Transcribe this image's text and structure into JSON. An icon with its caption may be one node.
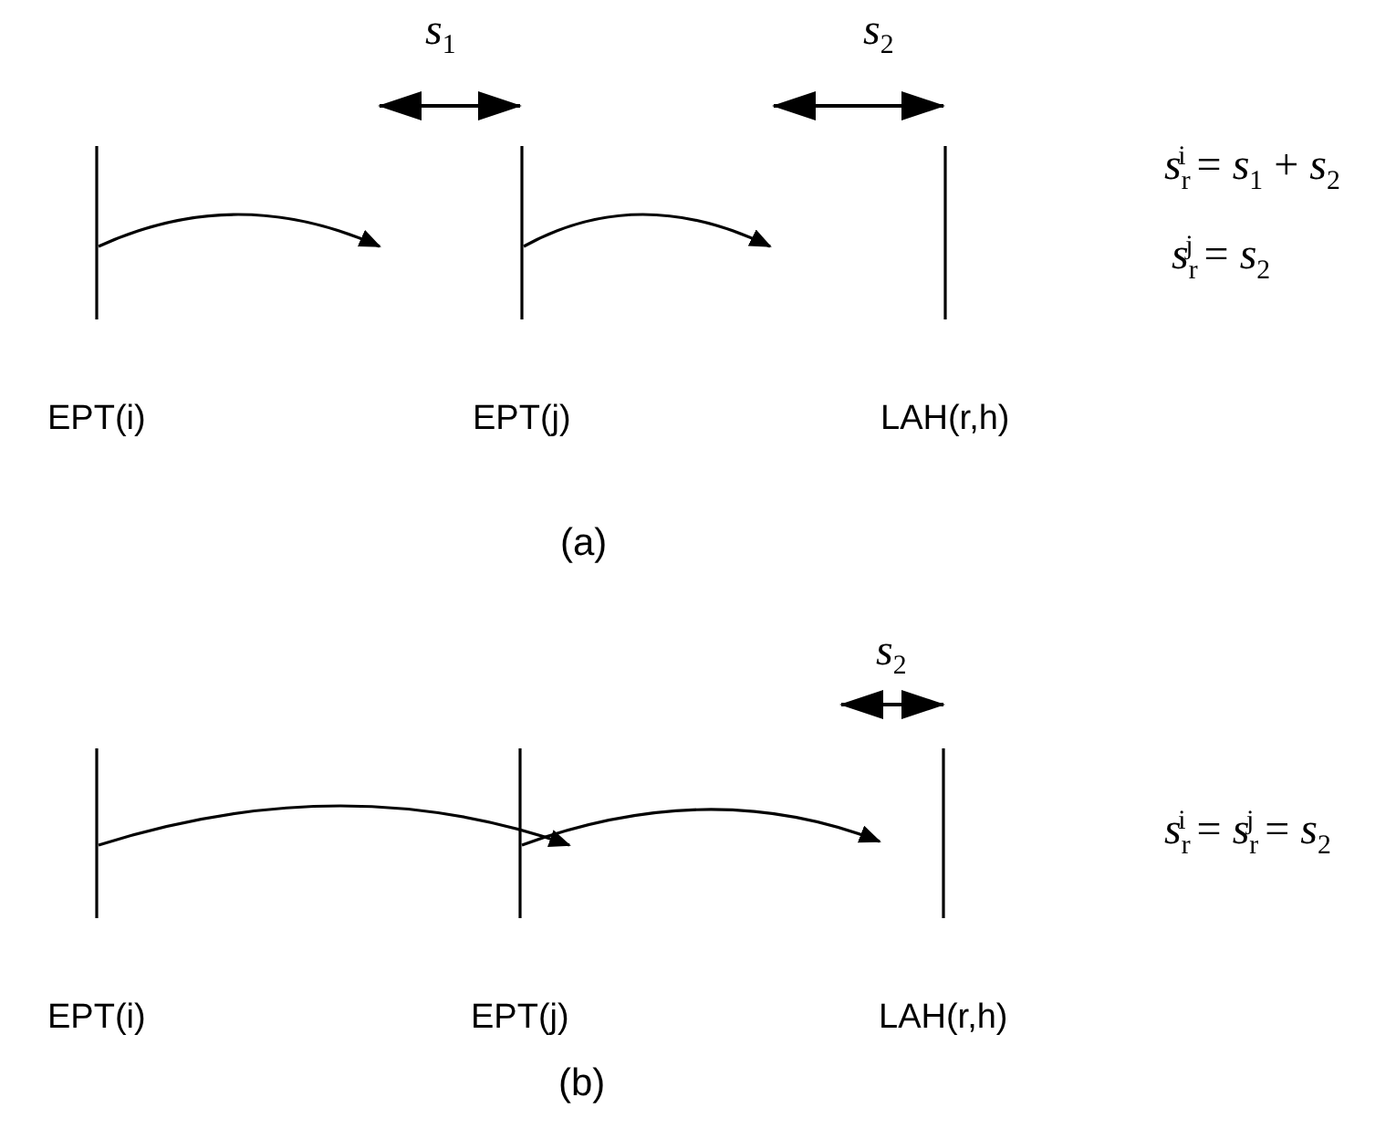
{
  "diagram": {
    "nodes": [
      {
        "text": [
          "EPT(i)"
        ]
      },
      {
        "text": [
          "EPT(j)"
        ]
      },
      {
        "text": [
          "LAH(r,h)"
        ]
      },
      {
        "text": [
          "EPT(i)"
        ]
      },
      {
        "text": [
          "EPT(j)"
        ]
      },
      {
        "text": [
          "LAH(r,h)"
        ]
      }
    ],
    "edges": [
      {
        "from": 0,
        "to": null,
        "arrow": "to"
      },
      {
        "from": 1,
        "to": null,
        "arrow": "to"
      },
      {
        "from": 3,
        "to": 4,
        "arrow": "to"
      },
      {
        "from": 4,
        "to": 5,
        "arrow": "to"
      }
    ],
    "labels": [
      "*s*$_{1}$",
      "*s*$_{2}$",
      "*s*$_{r}$$^{i}$ = *s*$_{1}$ + *s*$_{2}$",
      "*s*$_{r}$$^{j}$ = *s*$_{2}$",
      "(a)",
      "*s*$_{2}$",
      "*s*$_{r}$$^{i}$ = *s*$_{r}$$^{j}$ = *s*$_{2}$",
      "(b)"
    ]
  }
}
